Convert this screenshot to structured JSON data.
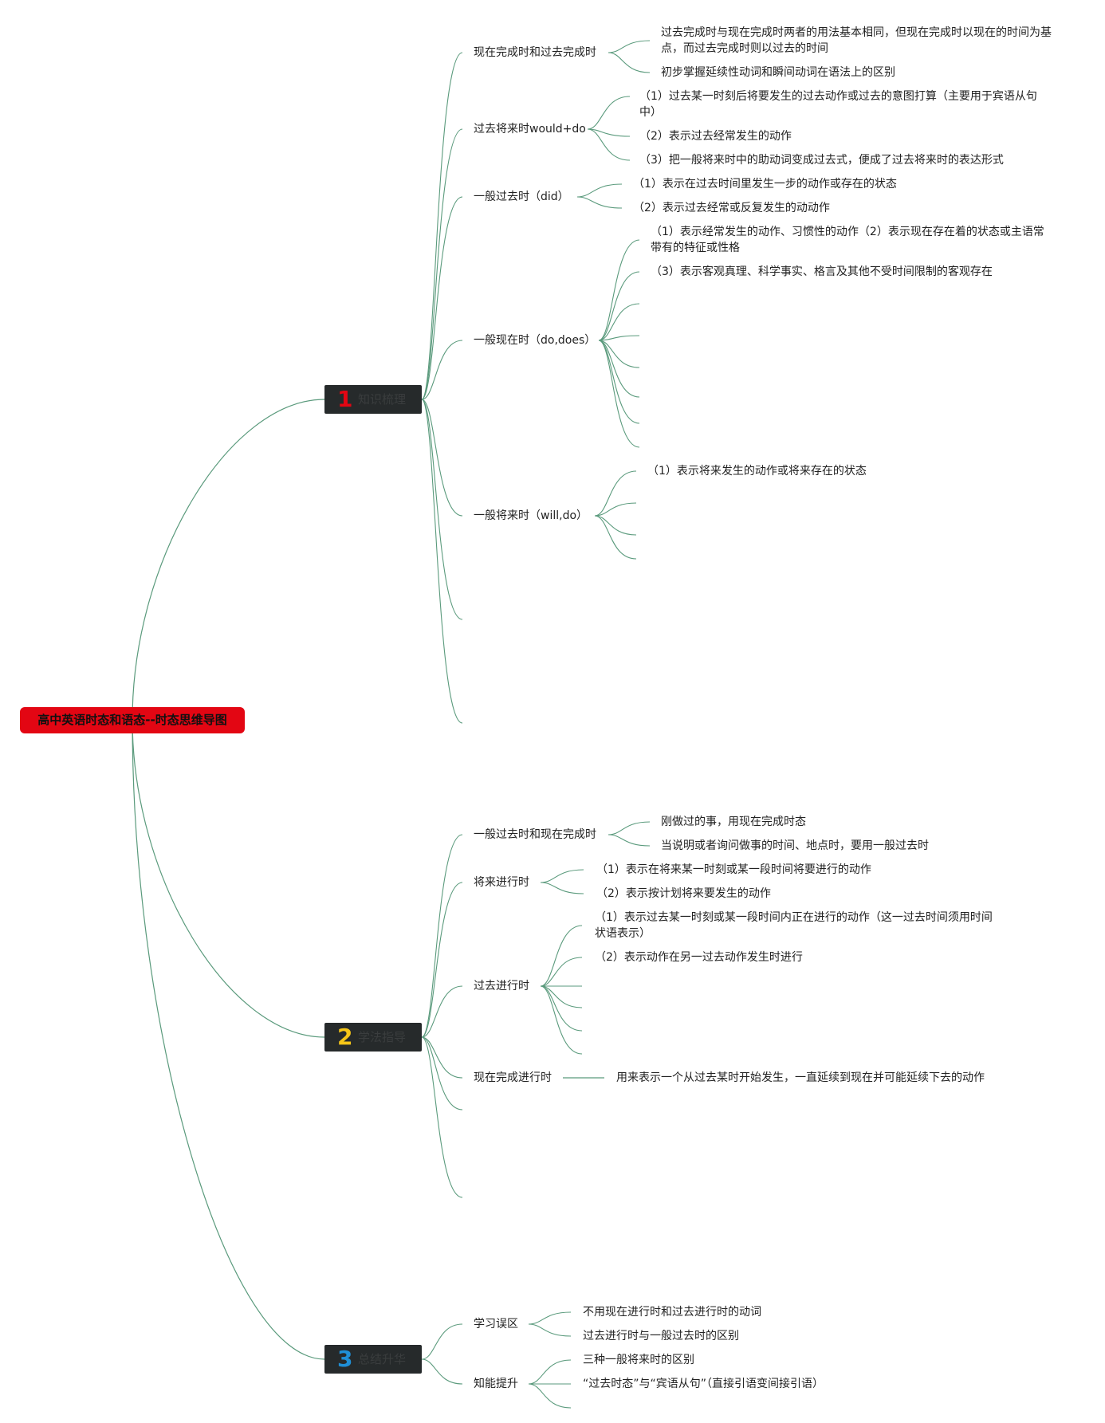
{
  "root": "高中英语时态和语态--时态思维导图",
  "branches": [
    {
      "num": "1",
      "num_color": "#e30613",
      "label": "知识梳理",
      "topics": [
        {
          "label": "现在完成时和过去完成时",
          "items": [
            "过去完成时与现在完成时两者的用法基本相同，但现在完成时以现在的时间为基点，而过去完成时则以过去的时间",
            "初步掌握延续性动词和瞬间动词在语法上的区别"
          ]
        },
        {
          "label": "过去将来时would+do",
          "items": [
            "（1）过去某一时刻后将要发生的过去动作或过去的意图打算（主要用于宾语从句中）",
            "（2）表示过去经常发生的动作",
            "（3）把一般将来时中的助动词变成过去式，便成了过去将来时的表达形式"
          ]
        },
        {
          "label": "一般过去时（did）",
          "items": [
            "（1）表示在过去时间里发生一步的动作或存在的状态",
            "（2）表示过去经常或反复发生的动动作"
          ]
        },
        {
          "label": "一般现在时（do,does）",
          "items": [
            "（1）表示经常发生的动作、习惯性的动作（2）表示现在存在着的状态或主语常带有的特征或性格",
            "（3）表示客观真理、科学事实、格言及其他不受时间限制的客观存在"
          ]
        },
        {
          "label": "一般将来时（will,do）",
          "items": [
            "（1）表示将来发生的动作或将来存在的状态"
          ]
        }
      ]
    },
    {
      "num": "2",
      "num_color": "#f5c518",
      "label": "学法指导",
      "topics": [
        {
          "label": "一般过去时和现在完成时",
          "items": [
            "刚做过的事，用现在完成时态",
            "当说明或者询问做事的时间、地点时，要用一般过去时"
          ]
        },
        {
          "label": "将来进行时",
          "items": [
            "（1）表示在将来某一时刻或某一段时间将要进行的动作",
            "（2）表示按计划将来要发生的动作"
          ]
        },
        {
          "label": "过去进行时",
          "items": [
            "（1）表示过去某一时刻或某一段时间内正在进行的动作（这一过去时间须用时间状语表示）",
            "（2）表示动作在另一过去动作发生时进行"
          ]
        },
        {
          "label": "现在完成进行时",
          "items": [
            "用来表示一个从过去某时开始发生，一直延续到现在并可能延续下去的动作"
          ]
        }
      ]
    },
    {
      "num": "3",
      "num_color": "#1f8fd6",
      "label": "总结升华",
      "topics": [
        {
          "label": "学习误区",
          "items": [
            "不用现在进行时和过去进行时的动词",
            "过去进行时与一般过去时的区别"
          ]
        },
        {
          "label": "知能提升",
          "items": [
            "三种一般将来时的区别",
            "“过去时态”与“宾语从句”（直接引语变间接引语）"
          ]
        }
      ]
    }
  ],
  "colors": {
    "root_bg": "#e30613",
    "branch_bg": "#262a2b",
    "line": "#5a9a7c"
  }
}
